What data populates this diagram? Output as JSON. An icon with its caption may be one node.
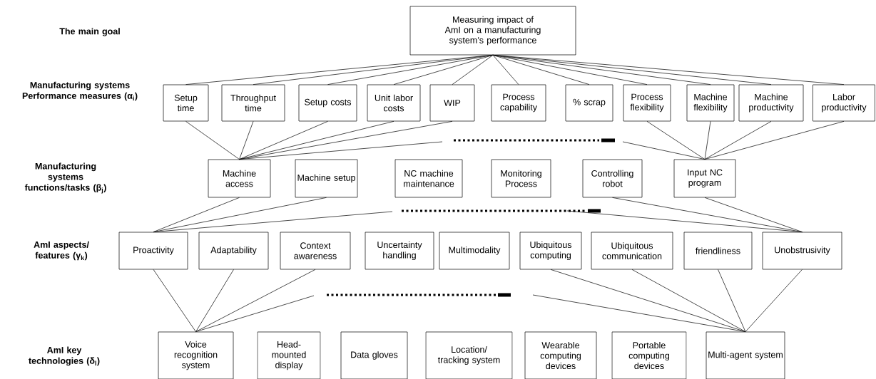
{
  "diagram": {
    "nodes": [
      {
        "text": [
          "Measuring impact of AmI on a manufacturing system’s performance"
        ]
      },
      {
        "text": [
          "Setup time"
        ]
      },
      {
        "text": [
          "Throughput time"
        ]
      },
      {
        "text": [
          "Setup costs"
        ]
      },
      {
        "text": [
          "Unit labor costs"
        ]
      },
      {
        "text": [
          "WIP"
        ]
      },
      {
        "text": [
          "Process capability"
        ]
      },
      {
        "text": [
          "% scrap"
        ]
      },
      {
        "text": [
          "Process flexibility"
        ]
      },
      {
        "text": [
          "Machine flexibility"
        ]
      },
      {
        "text": [
          "Machine productivity"
        ]
      },
      {
        "text": [
          "Labor productivity"
        ]
      },
      {
        "text": [
          "Machine access"
        ]
      },
      {
        "text": [
          "Machine setup"
        ]
      },
      {
        "text": [
          "NC machine maintenance"
        ]
      },
      {
        "text": [
          "Monitoring Process"
        ]
      },
      {
        "text": [
          "Controlling robot"
        ]
      },
      {
        "text": [
          "Input NC program"
        ]
      },
      {
        "text": [
          "Proactivity"
        ]
      },
      {
        "text": [
          "Adaptability"
        ]
      },
      {
        "text": [
          "Context awareness"
        ]
      },
      {
        "text": [
          "Uncertainty handling"
        ]
      },
      {
        "text": [
          "Multimodality"
        ]
      },
      {
        "text": [
          "Ubiquitous computing"
        ]
      },
      {
        "text": [
          "Ubiquitous communication"
        ]
      },
      {
        "text": [
          "friendliness"
        ]
      },
      {
        "text": [
          "Unobstrusivity"
        ]
      },
      {
        "text": [
          "Voice recognition system"
        ]
      },
      {
        "text": [
          "Head-mounted display"
        ]
      },
      {
        "text": [
          "Data gloves"
        ]
      },
      {
        "text": [
          "Location/ tracking system"
        ]
      },
      {
        "text": [
          "Wearable computing devices"
        ]
      },
      {
        "text": [
          "Portable computing devices"
        ]
      },
      {
        "text": [
          "Multi-agent system"
        ]
      }
    ],
    "edges": [
      {
        "from": 0,
        "to": 1,
        "arrow": "none"
      },
      {
        "from": 0,
        "to": 2,
        "arrow": "none"
      },
      {
        "from": 0,
        "to": 3,
        "arrow": "none"
      },
      {
        "from": 0,
        "to": 4,
        "arrow": "none"
      },
      {
        "from": 0,
        "to": 5,
        "arrow": "none"
      },
      {
        "from": 0,
        "to": 6,
        "arrow": "none"
      },
      {
        "from": 0,
        "to": 7,
        "arrow": "none"
      },
      {
        "from": 0,
        "to": 8,
        "arrow": "none"
      },
      {
        "from": 0,
        "to": 9,
        "arrow": "none"
      },
      {
        "from": 0,
        "to": 10,
        "arrow": "none"
      },
      {
        "from": 0,
        "to": 11,
        "arrow": "none"
      },
      {
        "from": 1,
        "to": 12,
        "arrow": "none"
      },
      {
        "from": 2,
        "to": 12,
        "arrow": "none"
      },
      {
        "from": 3,
        "to": 12,
        "arrow": "none"
      },
      {
        "from": 4,
        "to": 12,
        "arrow": "none"
      },
      {
        "from": 5,
        "to": 12,
        "arrow": "none"
      },
      {
        "from": null,
        "to": 12,
        "arrow": "none"
      },
      {
        "from": 8,
        "to": 17,
        "arrow": "none"
      },
      {
        "from": 9,
        "to": 17,
        "arrow": "none"
      },
      {
        "from": 10,
        "to": 17,
        "arrow": "none"
      },
      {
        "from": 11,
        "to": 17,
        "arrow": "none"
      },
      {
        "from": null,
        "to": 17,
        "arrow": "none"
      },
      {
        "from": 12,
        "to": 18,
        "arrow": "none"
      },
      {
        "from": 13,
        "to": 18,
        "arrow": "none"
      },
      {
        "from": null,
        "to": 18,
        "arrow": "none"
      },
      {
        "from": 16,
        "to": 26,
        "arrow": "none"
      },
      {
        "from": 17,
        "to": 26,
        "arrow": "none"
      },
      {
        "from": null,
        "to": 26,
        "arrow": "none"
      },
      {
        "from": 18,
        "to": 27,
        "arrow": "none"
      },
      {
        "from": 19,
        "to": 27,
        "arrow": "none"
      },
      {
        "from": 20,
        "to": 27,
        "arrow": "none"
      },
      {
        "from": null,
        "to": 27,
        "arrow": "none"
      },
      {
        "from": 23,
        "to": 33,
        "arrow": "none"
      },
      {
        "from": 24,
        "to": 33,
        "arrow": "none"
      },
      {
        "from": 25,
        "to": 33,
        "arrow": "none"
      },
      {
        "from": 26,
        "to": 33,
        "arrow": "none"
      },
      {
        "from": null,
        "to": 33,
        "arrow": "none"
      }
    ],
    "labels": [
      "The main goal",
      "Manufacturing systems Performance measures (α$_{i}$)",
      "Manufacturing systems functions/tasks (β$_{j}$)",
      "AmI aspects/ features (γ$_{k}$)",
      "AmI key technologies (δ$_{l}$)"
    ]
  }
}
